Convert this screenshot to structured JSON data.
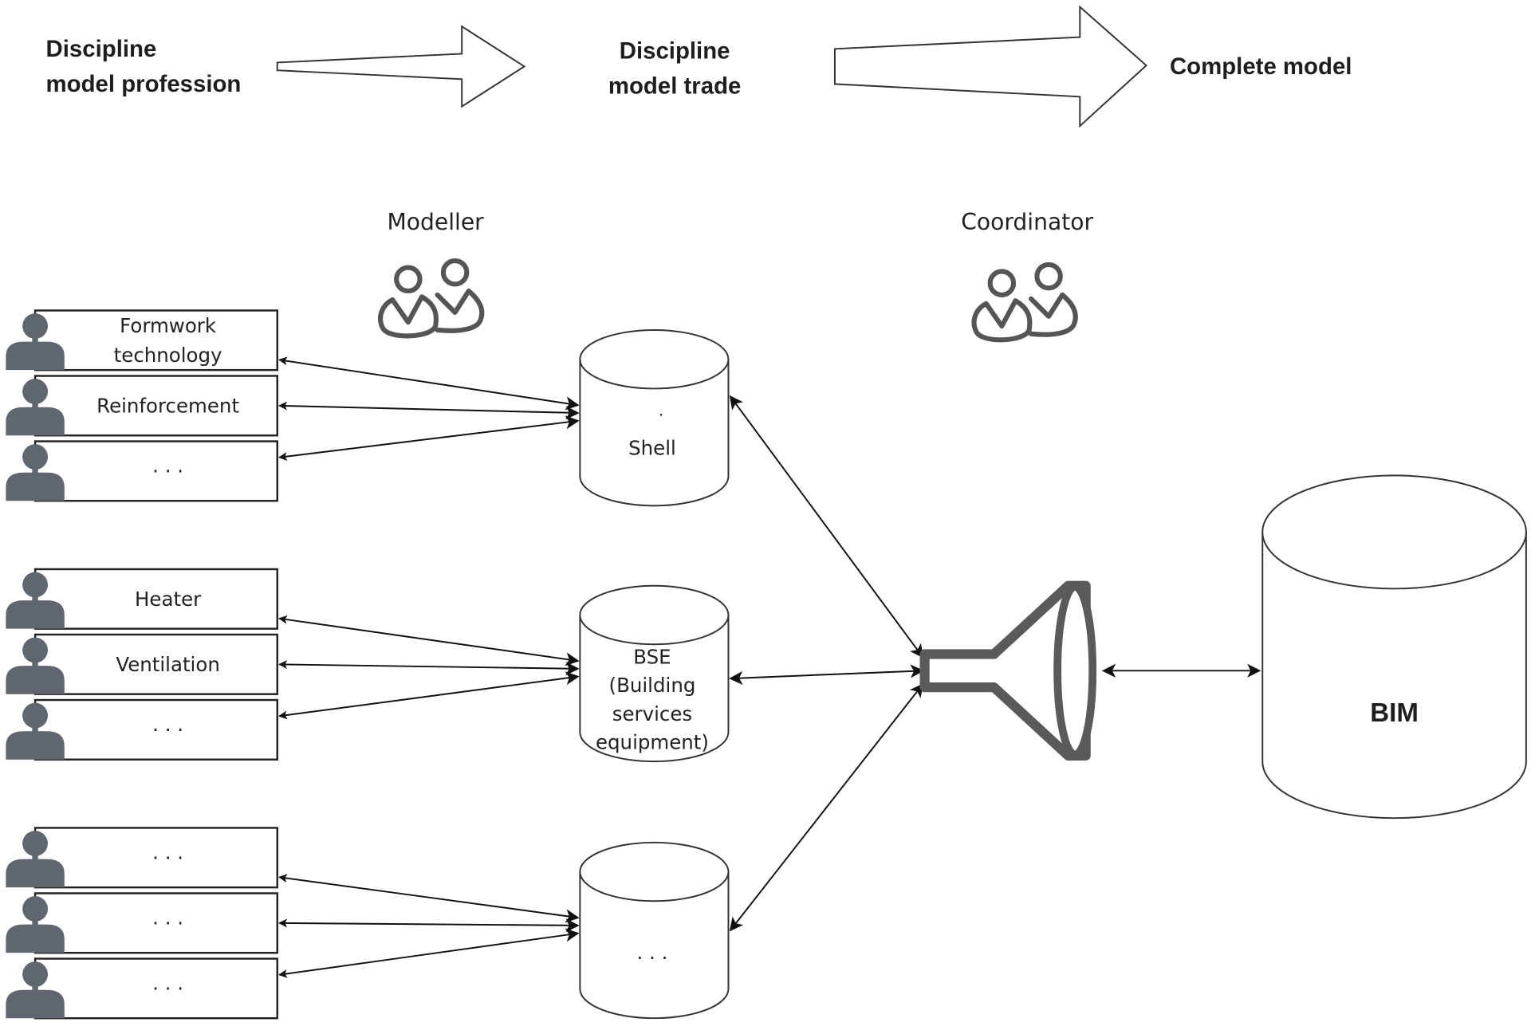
{
  "header": {
    "stage_1": [
      "Discipline",
      "model profession"
    ],
    "stage_2": [
      "Discipline",
      "model trade"
    ],
    "stage_3": "Complete model"
  },
  "roles": {
    "modeller": "Modeller",
    "coordinator": "Coordinator"
  },
  "groups": [
    {
      "database": {
        "lines": [
          "Shell"
        ],
        "dot": "."
      },
      "members": [
        {
          "lines": [
            "Formwork",
            "technology"
          ]
        },
        {
          "lines": [
            "Reinforcement"
          ]
        },
        {
          "lines": [
            "· · ·"
          ]
        }
      ]
    },
    {
      "database": {
        "lines": [
          "BSE",
          "(Building",
          "services",
          "equipment)"
        ]
      },
      "members": [
        {
          "lines": [
            "Heater"
          ]
        },
        {
          "lines": [
            "Ventilation"
          ]
        },
        {
          "lines": [
            "· · ·"
          ]
        }
      ]
    },
    {
      "database": {
        "lines": [
          "· · ·"
        ]
      },
      "members": [
        {
          "lines": [
            "· · ·"
          ]
        },
        {
          "lines": [
            "· · ·"
          ]
        },
        {
          "lines": [
            "· · ·"
          ]
        }
      ]
    }
  ],
  "central_model": "BIM",
  "icons": {
    "person": "person-icon",
    "group": "user-group-icon",
    "funnel": "funnel-icon",
    "database": "database-cylinder-icon"
  },
  "colors": {
    "person_fill": "#5f6670",
    "funnel_stroke": "#5a5a5a",
    "line": "#111111"
  }
}
